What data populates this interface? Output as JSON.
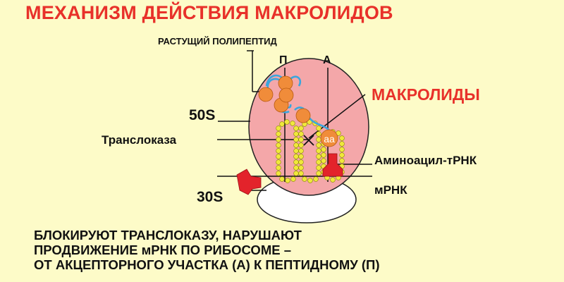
{
  "title": "МЕХАНИЗМ ДЕЙСТВИЯ МАКРОЛИДОВ",
  "labels": {
    "polypeptide": "РАСТУЩИЙ ПОЛИПЕПТИД",
    "site_p": "П",
    "site_a": "А",
    "macrolides": "МАКРОЛИДЫ",
    "subunit_50s": "50S",
    "translocase": "Транслоказа",
    "aminoacyl_trna": "Аминоацил-тРНК",
    "subunit_30s": "30S",
    "mrna": "мРНК",
    "aa": "aa"
  },
  "description": [
    "БЛОКИРУЮТ ТРАНСЛОКАЗУ, НАРУШАЮТ",
    "ПРОДВИЖЕНИЕ мРНК ПО РИБОСОМЕ –",
    "ОТ АКЦЕПТОРНОГО УЧАСТКА (А) К ПЕПТИДНОМУ (П)"
  ],
  "colors": {
    "title": "#e8312a",
    "ribosome_large": "#f4a7a9",
    "ribosome_small": "#ffffff",
    "amino_acid": "#f08c3a",
    "trna_dots": "#f0e83c",
    "trna_shape": "#e3232b",
    "chain": "#3aa6dd"
  }
}
